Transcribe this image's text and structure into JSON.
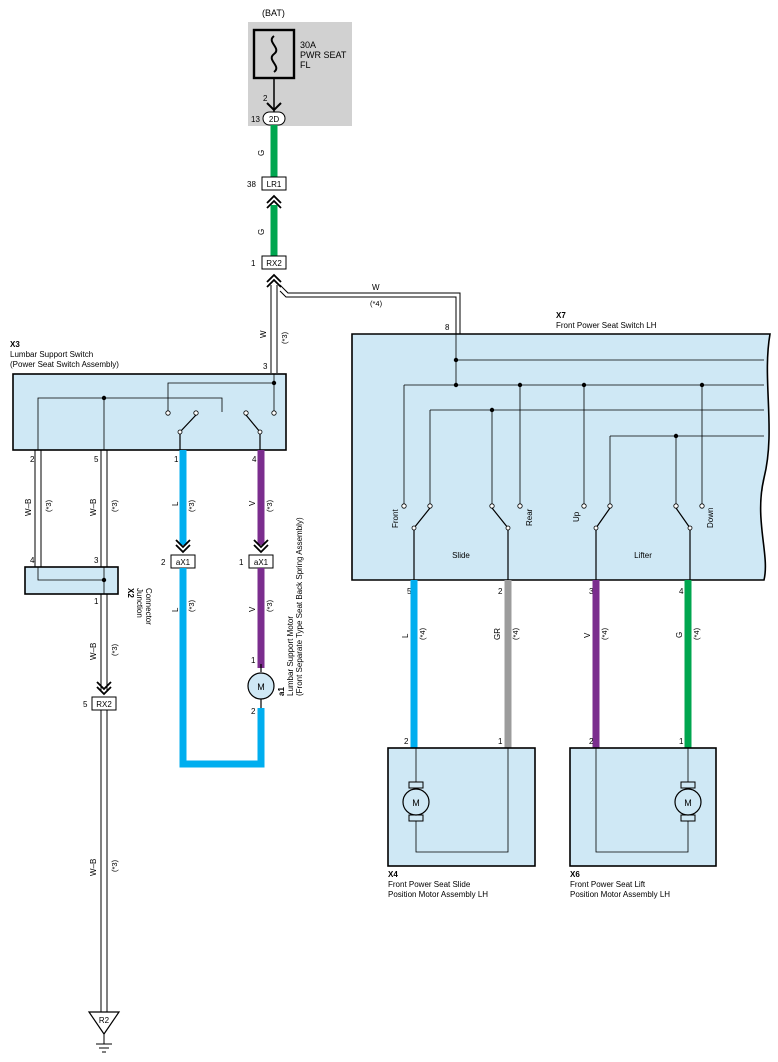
{
  "colors": {
    "green": "#00a64f",
    "blue": "#00aeef",
    "purple": "#7b2d8e",
    "gray": "#9c9c9c",
    "box_fill": "#cfe8f5",
    "fuse_bg": "#d1d1d1"
  },
  "fuse": {
    "source": "(BAT)",
    "rating": "30A",
    "name_line1": "PWR SEAT",
    "name_line2": "FL",
    "pin": "2"
  },
  "connectors": {
    "c2d": {
      "name": "2D",
      "pin": "13"
    },
    "lr1": {
      "name": "LR1",
      "pin": "38"
    },
    "rx2_top": {
      "name": "RX2",
      "pin": "1"
    },
    "rx2_bottom": {
      "name": "RX2",
      "pin": "5"
    },
    "ax1_left": {
      "name": "aX1",
      "pin": "2"
    },
    "ax1_right": {
      "name": "aX1",
      "pin": "1"
    },
    "ground": {
      "name": "R2"
    }
  },
  "wire_labels": {
    "g": "G",
    "w": "W",
    "wb": "W–B",
    "l": "L",
    "v": "V",
    "gr": "GR",
    "note3": "(*3)",
    "note4": "(*4)"
  },
  "components": {
    "x3": {
      "id": "X3",
      "name_line1": "Lumbar Support Switch",
      "name_line2": "(Power Seat Switch Assembly)",
      "pins": [
        "3",
        "2",
        "5",
        "1",
        "4"
      ]
    },
    "x2": {
      "id": "X2",
      "name_line1": "Junction",
      "name_line2": "Connector",
      "pins": [
        "4",
        "3",
        "1"
      ]
    },
    "a1": {
      "id": "a1",
      "name_line1": "Lumbar Support Motor",
      "name_line2": "(Front Separate Type Seat Back Spring Assembly)",
      "pins": [
        "1",
        "2"
      ],
      "motor": "M"
    },
    "x7": {
      "id": "X7",
      "name": "Front Power Seat Switch LH",
      "pins": [
        "8",
        "5",
        "2",
        "3",
        "4"
      ],
      "labels": {
        "front": "Front",
        "rear": "Rear",
        "up": "Up",
        "down": "Down",
        "slide": "Slide",
        "lifter": "Lifter"
      }
    },
    "x4": {
      "id": "X4",
      "name_line1": "Front Power Seat Slide",
      "name_line2": "Position Motor Assembly LH",
      "pins": [
        "2",
        "1"
      ],
      "motor": "M"
    },
    "x6": {
      "id": "X6",
      "name_line1": "Front Power Seat Lift",
      "name_line2": "Position Motor Assembly LH",
      "pins": [
        "2",
        "1"
      ],
      "motor": "M"
    }
  }
}
